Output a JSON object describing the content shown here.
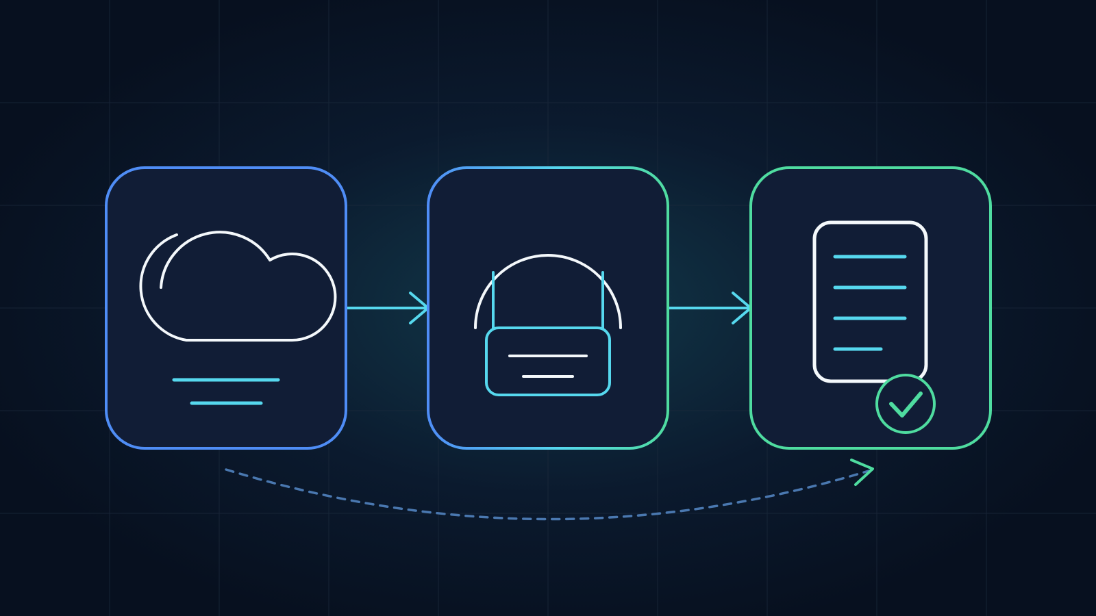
{
  "diagram": {
    "colors": {
      "background": "#07101f",
      "glow": "#12394a",
      "grid": "#1c2a3c",
      "card_fill": "#111d36",
      "blue": "#4f8df6",
      "cyan": "#56d8ee",
      "green": "#4fdca0",
      "white": "#f4f8fb",
      "dashed": "#4a78b0"
    },
    "steps": [
      {
        "id": "cloud",
        "icon": "cloud-icon"
      },
      {
        "id": "secure",
        "icon": "padlock-icon"
      },
      {
        "id": "document",
        "icon": "document-check-icon"
      }
    ],
    "connectors": [
      {
        "from": "cloud",
        "to": "secure",
        "style": "solid"
      },
      {
        "from": "secure",
        "to": "document",
        "style": "solid"
      },
      {
        "from": "cloud",
        "to": "document",
        "style": "dashed"
      }
    ]
  }
}
